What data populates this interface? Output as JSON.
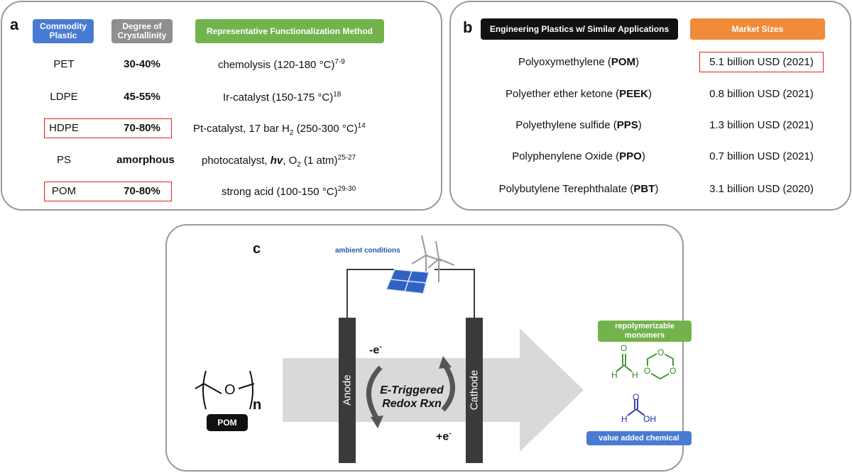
{
  "panel_a": {
    "label": "a",
    "headers": {
      "plastic": "Commodity Plastic",
      "crystallinity": "Degree of Crystallinity",
      "method": "Representative Functionalization Method"
    },
    "rows": [
      {
        "plastic": "PET",
        "crystallinity": "30-40%",
        "method": "chemolysis (120-180 °C)",
        "ref": "7-9",
        "highlight": false
      },
      {
        "plastic": "LDPE",
        "crystallinity": "45-55%",
        "method": "Ir-catalyst (150-175 °C)",
        "ref": "18",
        "highlight": false
      },
      {
        "plastic": "HDPE",
        "crystallinity": "70-80%",
        "method_pre": "Pt-catalyst, 17 bar H",
        "method_sub": "2",
        "method_post": " (250-300 °C)",
        "ref": "14",
        "highlight": true
      },
      {
        "plastic": "PS",
        "crystallinity": "amorphous",
        "method_pre": "photocatalyst, ",
        "method_em": "hv",
        "method_mid": ", O",
        "method_sub": "2",
        "method_post": " (1 atm)",
        "ref": "25-27",
        "highlight": false
      },
      {
        "plastic": "POM",
        "crystallinity": "70-80%",
        "method": "strong acid (100-150 °C)",
        "ref": "29-30",
        "highlight": true
      }
    ]
  },
  "panel_b": {
    "label": "b",
    "headers": {
      "plastic": "Engineering Plastics w/ Similar Applications",
      "market": "Market Sizes"
    },
    "rows": [
      {
        "name": "Polyoxymethylene (",
        "abbr": "POM",
        "close": ")",
        "market": "5.1 billion USD (2021)",
        "highlight": true
      },
      {
        "name": "Polyether ether ketone (",
        "abbr": "PEEK",
        "close": ")",
        "market": "0.8 billion USD (2021)",
        "highlight": false
      },
      {
        "name": "Polyethylene sulfide (",
        "abbr": "PPS",
        "close": ")",
        "market": "1.3 billion USD (2021)",
        "highlight": false
      },
      {
        "name": "Polyphenylene Oxide (",
        "abbr": "PPO",
        "close": ")",
        "market": "0.7 billion USD (2021)",
        "highlight": false
      },
      {
        "name": "Polybutylene Terephthalate (",
        "abbr": "PBT",
        "close": ")",
        "market": "3.1 billion USD (2020)",
        "highlight": false
      }
    ]
  },
  "panel_c": {
    "label": "c",
    "ambient": "ambient conditions",
    "anode": "Anode",
    "cathode": "Cathode",
    "reaction_line1": "E-Triggered",
    "reaction_line2": "Redox Rxn",
    "minus_e": "-e",
    "minus_sup": "-",
    "plus_e": "+e",
    "plus_sup": "-",
    "polymer_atom": "O",
    "polymer_n": "n",
    "pom_badge": "POM",
    "monomers_label": "repolymerizable monomers",
    "value_added_label": "value added chemical",
    "formaldehyde": {
      "O": "O",
      "H1": "H",
      "H2": "H"
    },
    "trioxane": {
      "O": "O"
    },
    "formic": {
      "O": "O",
      "H": "H",
      "OH": "OH"
    },
    "colors": {
      "monomer_green": "#2f8f1f",
      "formic_blue": "#1f2fa8",
      "electrode": "#3a3a3a",
      "arrow": "#d9d9d9"
    }
  }
}
